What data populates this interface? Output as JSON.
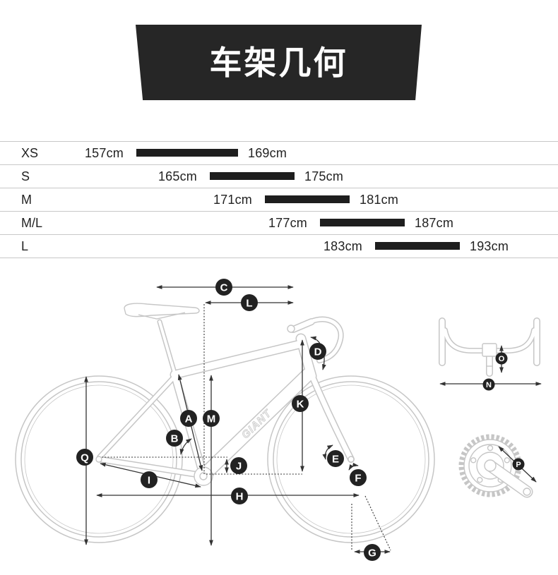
{
  "header": {
    "title": "车架几何"
  },
  "size_table": {
    "rows": [
      {
        "size": "XS",
        "min": "157cm",
        "max": "169cm"
      },
      {
        "size": "S",
        "min": "165cm",
        "max": "175cm"
      },
      {
        "size": "M",
        "min": "171cm",
        "max": "181cm"
      },
      {
        "size": "M/L",
        "min": "177cm",
        "max": "187cm"
      },
      {
        "size": "L",
        "min": "183cm",
        "max": "193cm"
      }
    ]
  },
  "diagram": {
    "frame_logo": "GIANT",
    "labels": {
      "A": "A",
      "B": "B",
      "C": "C",
      "D": "D",
      "E": "E",
      "F": "F",
      "G": "G",
      "H": "H",
      "I": "I",
      "J": "J",
      "K": "K",
      "L": "L",
      "M": "M",
      "N": "N",
      "O": "O",
      "P": "P",
      "Q": "Q"
    }
  },
  "colors": {
    "banner": "#262626",
    "banner_text": "#ffffff",
    "range_bar": "#1e1e1e",
    "table_rule": "#c8c8c8",
    "line_art": "#c6c6c6",
    "dimension": "#333333",
    "label_marker": "#222222"
  }
}
